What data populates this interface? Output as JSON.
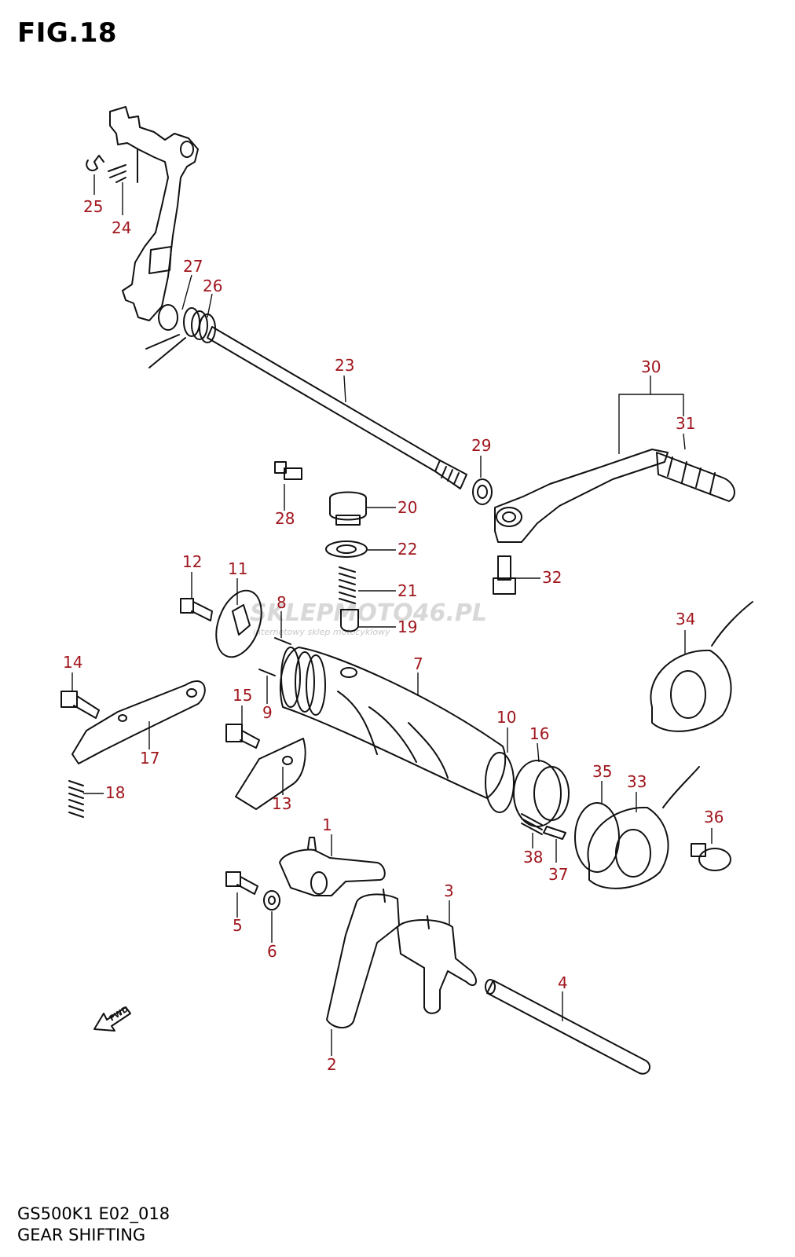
{
  "figure": {
    "title": "FIG.18",
    "model_code": "GS500K1 E02_018",
    "section_name": "GEAR SHIFTING"
  },
  "watermark": {
    "brand": "SKLEPMOTO46.PL",
    "tagline": "internetowy sklep motocyklowy"
  },
  "direction_marker": "FWD",
  "colors": {
    "callout_text": "#a0161d",
    "line_art": "#111111",
    "watermark": "#d8d8d8"
  },
  "callouts": [
    {
      "id": "1",
      "label": "1"
    },
    {
      "id": "2",
      "label": "2"
    },
    {
      "id": "3",
      "label": "3"
    },
    {
      "id": "4",
      "label": "4"
    },
    {
      "id": "5",
      "label": "5"
    },
    {
      "id": "6",
      "label": "6"
    },
    {
      "id": "7",
      "label": "7"
    },
    {
      "id": "8",
      "label": "8"
    },
    {
      "id": "9",
      "label": "9"
    },
    {
      "id": "10",
      "label": "10"
    },
    {
      "id": "11",
      "label": "11"
    },
    {
      "id": "12",
      "label": "12"
    },
    {
      "id": "13",
      "label": "13"
    },
    {
      "id": "14",
      "label": "14"
    },
    {
      "id": "15",
      "label": "15"
    },
    {
      "id": "16",
      "label": "16"
    },
    {
      "id": "17",
      "label": "17"
    },
    {
      "id": "18",
      "label": "18"
    },
    {
      "id": "19",
      "label": "19"
    },
    {
      "id": "20",
      "label": "20"
    },
    {
      "id": "21",
      "label": "21"
    },
    {
      "id": "22",
      "label": "22"
    },
    {
      "id": "23",
      "label": "23"
    },
    {
      "id": "24",
      "label": "24"
    },
    {
      "id": "25",
      "label": "25"
    },
    {
      "id": "26",
      "label": "26"
    },
    {
      "id": "27",
      "label": "27"
    },
    {
      "id": "28",
      "label": "28"
    },
    {
      "id": "29",
      "label": "29"
    },
    {
      "id": "30",
      "label": "30"
    },
    {
      "id": "31",
      "label": "31"
    },
    {
      "id": "32",
      "label": "32"
    },
    {
      "id": "33",
      "label": "33"
    },
    {
      "id": "34",
      "label": "34"
    },
    {
      "id": "35",
      "label": "35"
    },
    {
      "id": "36",
      "label": "36"
    },
    {
      "id": "37",
      "label": "37"
    },
    {
      "id": "38",
      "label": "38"
    }
  ]
}
